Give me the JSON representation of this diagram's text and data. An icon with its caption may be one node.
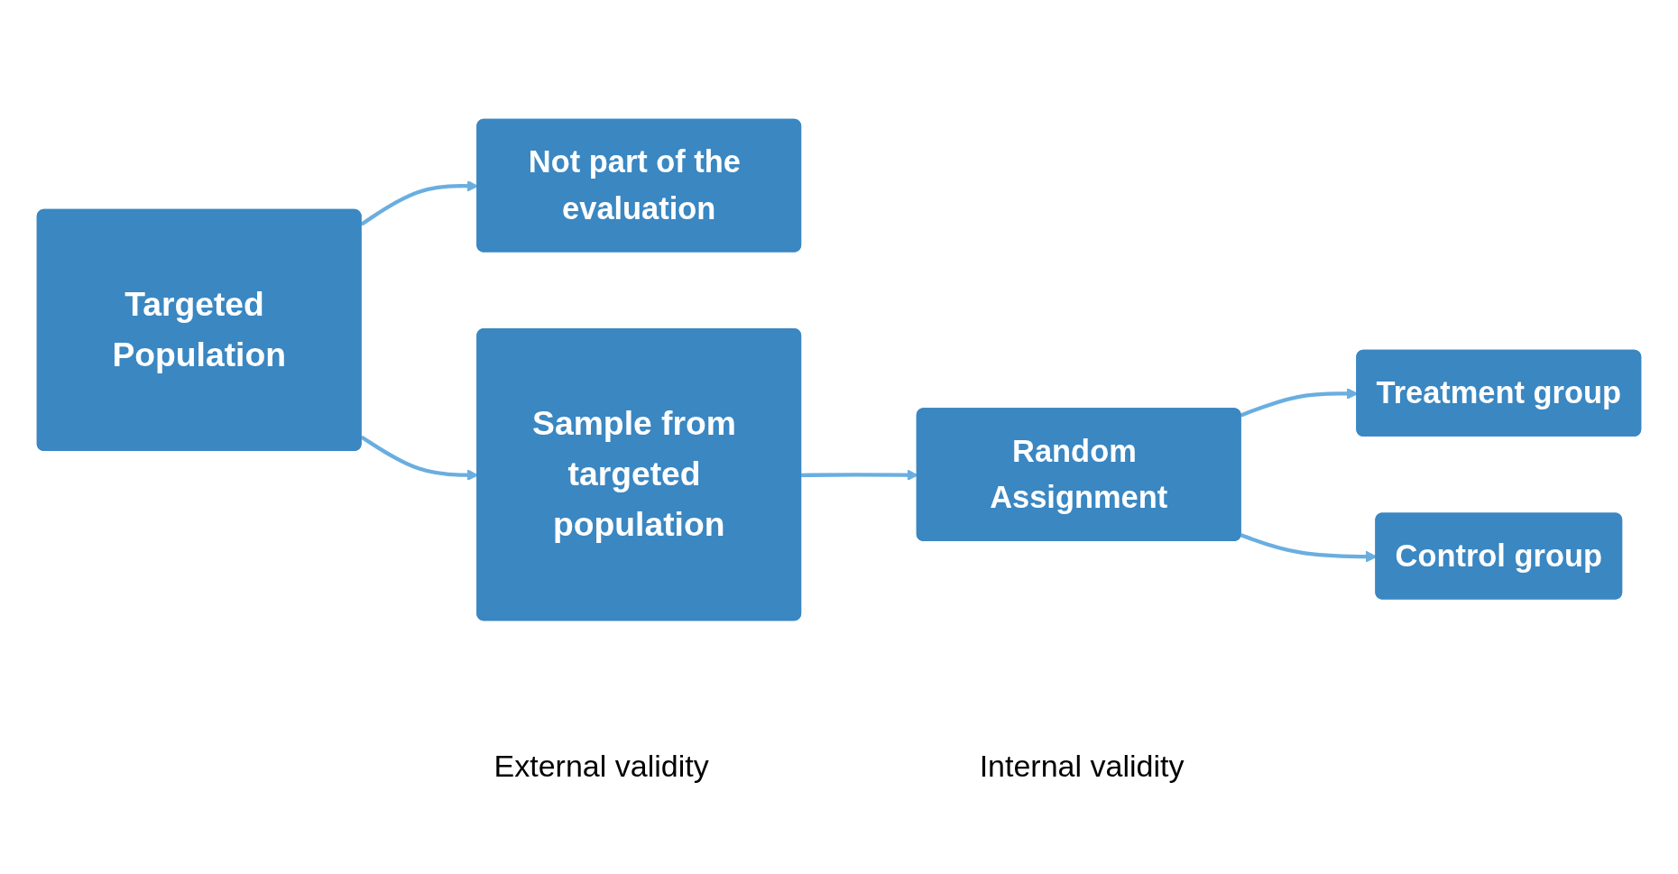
{
  "diagram": {
    "nodes": [
      {
        "text": [
          "Targeted Population"
        ]
      },
      {
        "text": [
          "Not part of the evaluation"
        ]
      },
      {
        "text": [
          "Sample from targeted population"
        ]
      },
      {
        "text": [
          "Random Assignment"
        ]
      },
      {
        "text": [
          "Treatment group"
        ]
      },
      {
        "text": [
          "Control group"
        ]
      }
    ],
    "edges": [
      {
        "from": 0,
        "to": 1,
        "arrow": "to"
      },
      {
        "from": 0,
        "to": 2,
        "arrow": "to"
      },
      {
        "from": 2,
        "to": 3,
        "arrow": "to"
      },
      {
        "from": 3,
        "to": 4,
        "arrow": "to"
      },
      {
        "from": 3,
        "to": 5,
        "arrow": "to"
      }
    ],
    "labels": [
      "External validity",
      "Internal validity"
    ]
  }
}
